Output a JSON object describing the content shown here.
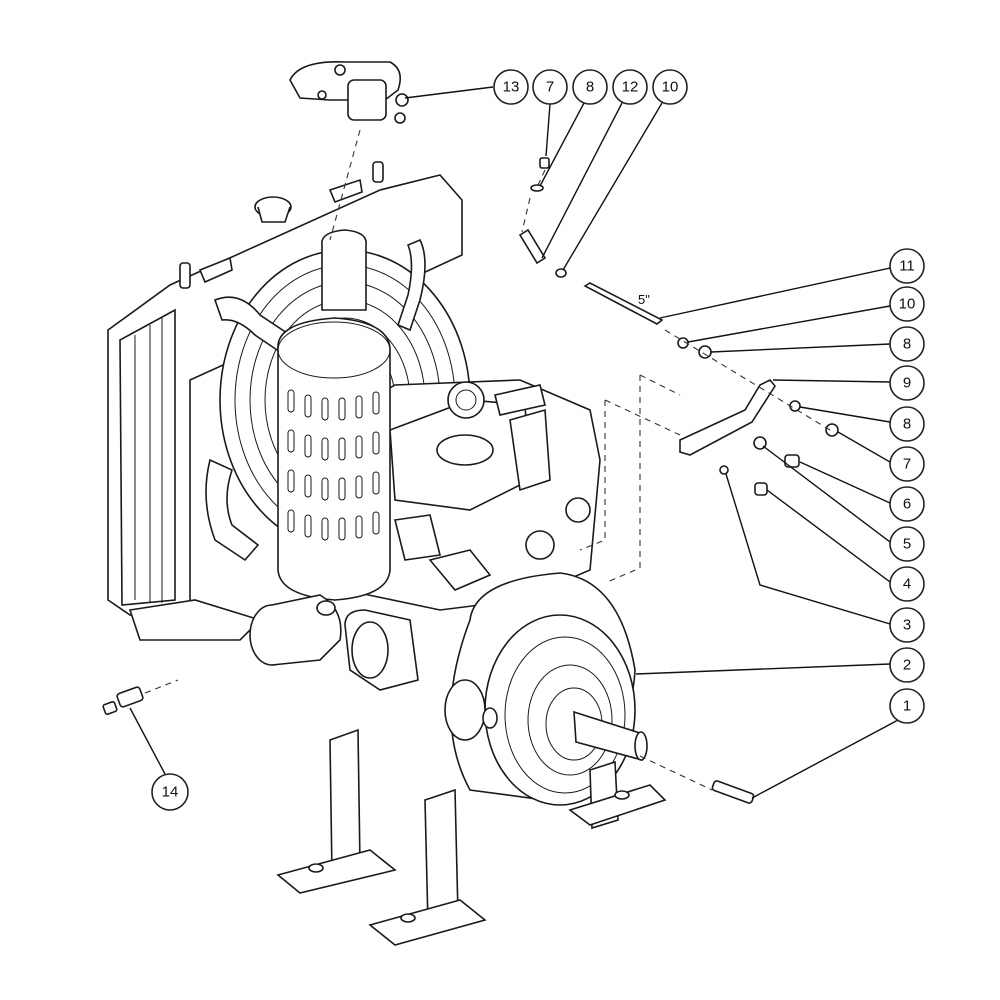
{
  "diagram": {
    "annotation": "5\"",
    "callouts": [
      {
        "id": "c13",
        "label": "13"
      },
      {
        "id": "c7a",
        "label": "7"
      },
      {
        "id": "c8a",
        "label": "8"
      },
      {
        "id": "c12",
        "label": "12"
      },
      {
        "id": "c10a",
        "label": "10"
      },
      {
        "id": "c11",
        "label": "11"
      },
      {
        "id": "c10b",
        "label": "10"
      },
      {
        "id": "c8b",
        "label": "8"
      },
      {
        "id": "c9",
        "label": "9"
      },
      {
        "id": "c8c",
        "label": "8"
      },
      {
        "id": "c7b",
        "label": "7"
      },
      {
        "id": "c6",
        "label": "6"
      },
      {
        "id": "c5",
        "label": "5"
      },
      {
        "id": "c4",
        "label": "4"
      },
      {
        "id": "c3",
        "label": "3"
      },
      {
        "id": "c2",
        "label": "2"
      },
      {
        "id": "c1",
        "label": "1"
      },
      {
        "id": "c14",
        "label": "14"
      }
    ]
  }
}
